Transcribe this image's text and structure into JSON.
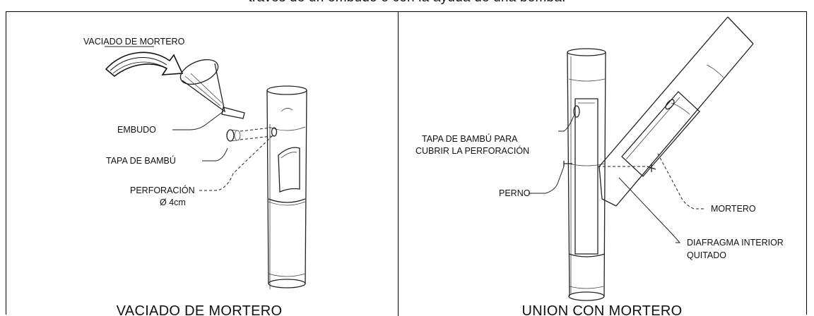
{
  "header": {
    "caption": "través de un embudo o con la ayuda de una bomba."
  },
  "left_panel": {
    "title": "VACIADO DE MORTERO",
    "labels": {
      "pouring": "VACIADO DE MORTERO",
      "funnel": "EMBUDO",
      "bamboo_cap": "TAPA DE BAMBÚ",
      "perforation": "PERFORACIÓN",
      "perforation_size": "Ø 4cm"
    }
  },
  "right_panel": {
    "title": "UNION CON MORTERO",
    "labels": {
      "bamboo_cap_line1": "TAPA DE BAMBÚ PARA",
      "bamboo_cap_line2": "CUBRIR LA PERFORACIÓN",
      "bolt": "PERNO",
      "mortar": "MORTERO",
      "diaphragm_line1": "DIAFRAGMA INTERIOR",
      "diaphragm_line2": "QUITADO"
    }
  }
}
